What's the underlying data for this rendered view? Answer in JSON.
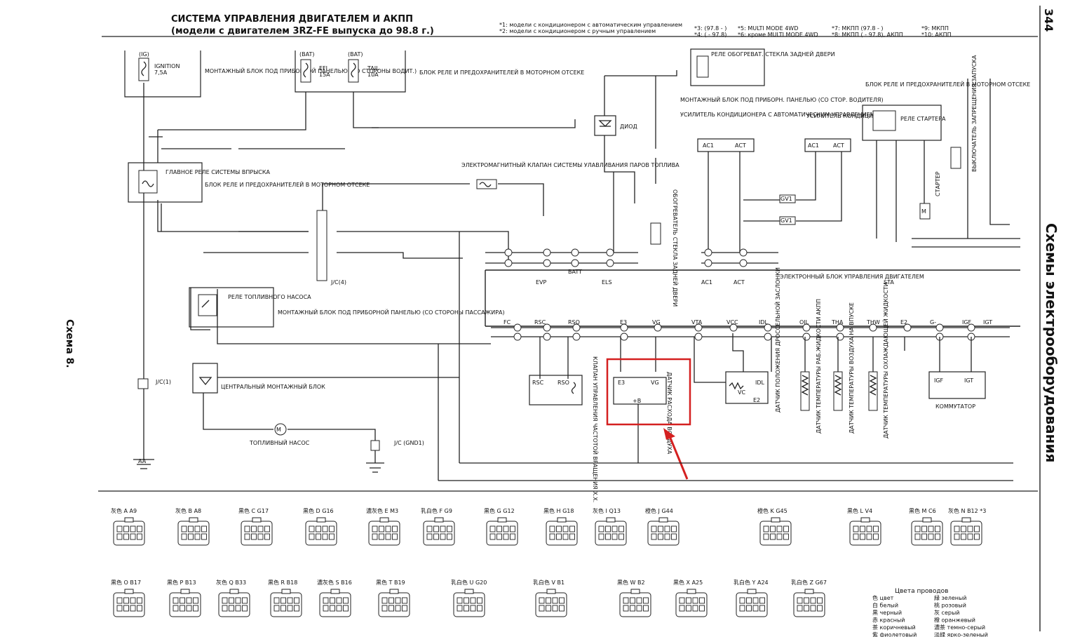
{
  "header": {
    "title_line1": "СИСТЕМА УПРАВЛЕНИЯ ДВИГАТЕЛЕМ И АКПП",
    "title_line2": "(модели с двигателем 3RZ-FE выпуска до 98.8 г.)",
    "page_number": "344",
    "side_section": "Схемы электрооборудования",
    "scheme_label": "Схема 8."
  },
  "notes": [
    "*1: модели с кондиционером с автоматическим управлением",
    "*2: модели с кондиционером с ручным управлением",
    "*3: (97.8 - )",
    "*4: ( - 97.8)",
    "*5: MULTI MODE 4WD",
    "*6: кроме MULTI MODE 4WD",
    "*7: МКПП (97.8 - )",
    "*8: МКПП ( - 97.8), АКПП",
    "*9: МКПП",
    "*10: АКПП"
  ],
  "components": {
    "ig": "(IG)",
    "ignition": "IGNITION",
    "ignition_amp": "7,5A",
    "bat1": "(BAT)",
    "efi": "EFI",
    "efi_amp": "15A",
    "bat2": "(BAT)",
    "tail": "TAIL",
    "tail_amp": "10A",
    "junction_block_instr": "МОНТАЖНЫЙ БЛОК ПОД ПРИБОРНОЙ ПАНЕЛЬЮ (СО СТОРОНЫ ВОДИТ.)",
    "relay_block_engine": "БЛОК РЕЛЕ И ПРЕДОХРАНИТЕЛЕЙ В МОТОРНОМ ОТСЕКЕ",
    "rear_defog_relay": "РЕЛЕ ОБОГРЕВАТ. СТЕКЛА ЗАДНЕЙ ДВЕРИ",
    "jb_instr_driver": "МОНТАЖНЫЙ БЛОК ПОД ПРИБОРН. ПАНЕЛЬЮ (СО СТОР. ВОДИТЕЛЯ)",
    "ac_amp_auto": "УСИЛИТЕЛЬ КОНДИЦИОНЕРА С АВТОМАТИЧЕСКИМ УПРАВЛЕНИЕМ",
    "ac_amp": "УСИЛИТЕЛЬ КОНДИЦИОНЕРА",
    "relay_block_engine2": "БЛОК РЕЛЕ И ПРЕДОХРАНИТЕЛЕЙ В МОТОРНОМ ОТСЕКЕ",
    "starter_relay": "РЕЛЕ СТАРТЕРА",
    "diode": "ДИОД",
    "jc1": "J/C(1)",
    "jb_central": "ЦЕНТРАЛЬНЫЙ МОНТАЖНЫЙ БЛОК",
    "main_relay": "ГЛАВНОЕ РЕЛЕ СИСТЕМЫ ВПРЫСКА",
    "relay_block3": "БЛОК РЕЛЕ И ПРЕДОХРАНИТЕЛЕЙ В МОТОРНОМ ОТСЕКЕ",
    "vsv": "ЭЛЕКТРОМАГНИТНЫЙ КЛАПАН СИСТЕМЫ УЛАВЛИВАНИЯ ПАРОВ ТОПЛИВА",
    "jc4": "J/C(4)",
    "fuel_pump_relay": "РЕЛЕ ТОПЛИВНОГО НАСОСА",
    "jb_passenger": "МОНТАЖНЫЙ БЛОК ПОД ПРИБОРНОЙ ПАНЕЛЬЮ (СО СТОРОНЫ ПАССАЖИРА)",
    "central_jb": "ЦЕНТРАЛЬНЫЙ МОНТАЖНЫЙ БЛОК",
    "fuel_pump": "ТОПЛИВНЫЙ НАСОС",
    "jc_gnd": "J/C (GND1)",
    "ecu": "ЭЛЕКТРОННЫЙ БЛОК УПРАВЛЕНИЯ ДВИГАТЕЛЕМ",
    "rear_heater": "ОБОГРЕВАТЕЛЬ СТЕКЛА ЗАДНЕЙ ДВЕРИ",
    "idle_valve": "КЛАПАН УПРАВЛЕНИЯ ЧАСТОТОЙ ВРАЩЕНИЯ Х.Х.",
    "maf_sensor": "ДАТЧИК РАСХОДА ВОЗДУХА",
    "tps": "ДАТЧИК ПОЛОЖЕНИЯ ДРОССЕЛЬНОЙ ЗАСЛОНКИ",
    "atf_temp": "ДАТЧИК ТЕМПЕРАТУРЫ РАБ.ЖИДКОСТИ АКПП",
    "iat": "ДАТЧИК ТЕМПЕРАТУРЫ ВОЗДУХА НА ВПУСКЕ",
    "ect": "ДАТЧИК ТЕМПЕРАТУРЫ ОХЛАЖДАЮЩЕЙ ЖИДКОСТИ",
    "igniter": "КОММУТАТОР",
    "starter": "СТАРТЕР",
    "inhibit_switch": "ВЫКЛЮЧАТЕЛЬ ЗАПРЕЩЕНИЯ ЗАПУСКА"
  },
  "ecu_pins": [
    "EVP",
    "BATT",
    "ELS",
    "AC1",
    "ACT",
    "STA",
    "FC",
    "RSC",
    "RSO",
    "E3",
    "VG",
    "VTA",
    "VCC",
    "IDL",
    "OIL",
    "THA",
    "THW",
    "E2",
    "G-",
    "IGF",
    "IGT"
  ],
  "wire_colors_label": "Цвета проводов",
  "wire_colors": [
    {
      "code": "色",
      "name": "цвет"
    },
    {
      "code": "白",
      "name": "белый"
    },
    {
      "code": "黒",
      "name": "черный"
    },
    {
      "code": "赤",
      "name": "красный"
    },
    {
      "code": "茶",
      "name": "коричневый"
    },
    {
      "code": "紫",
      "name": "фиолетовый"
    },
    {
      "code": "緑",
      "name": "зеленый"
    },
    {
      "code": "桃",
      "name": "розовый"
    },
    {
      "code": "灰",
      "name": "серый"
    },
    {
      "code": "橙",
      "name": "оранжевый"
    },
    {
      "code": "濃茶",
      "name": "темно-серый"
    },
    {
      "code": "淡緑",
      "name": "ярко-зеленый"
    }
  ],
  "connectors_row1": [
    {
      "color": "灰色",
      "id": "A",
      "code": "A9"
    },
    {
      "color": "灰色",
      "id": "B",
      "code": "A8"
    },
    {
      "color": "黒色",
      "id": "C",
      "code": "G17"
    },
    {
      "color": "黒色",
      "id": "D",
      "code": "G16"
    },
    {
      "color": "濃灰色",
      "id": "E",
      "code": "M3"
    },
    {
      "color": "乳白色",
      "id": "F",
      "code": "G9"
    },
    {
      "color": "黒色",
      "id": "G",
      "code": "G12"
    },
    {
      "color": "黒色",
      "id": "H",
      "code": "G18"
    },
    {
      "color": "灰色",
      "id": "I",
      "code": "Q13"
    },
    {
      "color": "橙色",
      "id": "J",
      "code": "G44"
    },
    {
      "color": "橙色",
      "id": "K",
      "code": "G45"
    },
    {
      "color": "黒色",
      "id": "L",
      "code": "V4"
    },
    {
      "color": "黒色",
      "id": "M",
      "code": "C6"
    },
    {
      "color": "灰色",
      "id": "N",
      "code": "B12 *3"
    }
  ],
  "connectors_row2": [
    {
      "color": "黒色",
      "id": "O",
      "code": "B17"
    },
    {
      "color": "黒色",
      "id": "P",
      "code": "B13"
    },
    {
      "color": "灰色",
      "id": "Q",
      "code": "B33"
    },
    {
      "color": "黒色",
      "id": "R",
      "code": "B18"
    },
    {
      "color": "濃灰色",
      "id": "S",
      "code": "B16"
    },
    {
      "color": "黒色",
      "id": "T",
      "code": "B19"
    },
    {
      "color": "乳白色",
      "id": "U",
      "code": "G20"
    },
    {
      "color": "乳白色",
      "id": "V",
      "code": "B1"
    },
    {
      "color": "黒色",
      "id": "W",
      "code": "B2"
    },
    {
      "color": "黒色",
      "id": "X",
      "code": "A25"
    },
    {
      "color": "乳白色",
      "id": "Y",
      "code": "A24"
    },
    {
      "color": "乳白色",
      "id": "Z",
      "code": "G67"
    }
  ],
  "highlight_color": "#d42020",
  "arrow_color": "#d42020"
}
